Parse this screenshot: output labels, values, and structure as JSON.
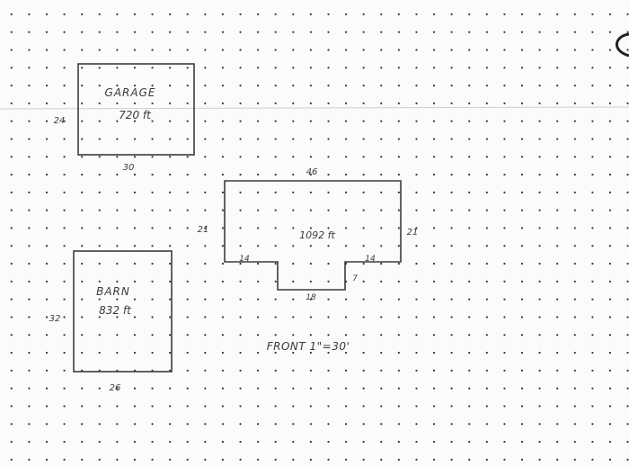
{
  "garage": {
    "name": "GARAGE",
    "area": "720 ft",
    "side_label": "24",
    "bottom_label": "30"
  },
  "house": {
    "area": "1092 ft",
    "top_label": "46",
    "left_label": "21",
    "right_label": "21",
    "left_step_label": "14",
    "right_step_label": "14",
    "notch_bottom_label": "18",
    "notch_side_label": "7"
  },
  "barn": {
    "name": "BARN",
    "area": "832 ft",
    "side_label": "32",
    "bottom_label": "26"
  },
  "note": {
    "text": "FRONT 1\"=30'"
  },
  "colors": {
    "ink": "#3c3c3c",
    "paper": "#fbfbf9",
    "dots": "#2a2a2a"
  }
}
